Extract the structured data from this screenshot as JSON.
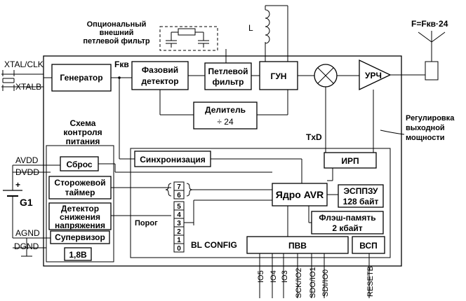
{
  "pins": {
    "xtal_clk": "XTAL/CLK",
    "xtalb": "XTALB",
    "avdd": "AVDD",
    "dvdd": "DVDD",
    "agnd": "AGND",
    "dgnd": "DGND",
    "battery": "G1",
    "battery_plus": "+",
    "io5": "IO5",
    "io4": "IO4",
    "io3": "IO3",
    "sck_io2": "SCK/IO2",
    "sdo_io1": "SDO/IO1",
    "sdi_io0": "SDI/IO0",
    "resetb": "RESETB"
  },
  "rf_chain": {
    "generator": "Генератор",
    "fref": "Fкв",
    "phase_detector": [
      "Фазовий",
      "детектор"
    ],
    "loop_filter": [
      "Петлевой",
      "фильтр"
    ],
    "vco": "ГУН",
    "inductor": "L",
    "divider": "Делитель",
    "divider_value": "÷ 24",
    "pa": "УРЧ",
    "output_freq": "F=Fкв·24",
    "ext_filter_caption": [
      "Опциональный",
      "внешний",
      "петлевой фильтр"
    ],
    "txd": "TxD",
    "power_control": [
      "Регулировка",
      "выходной",
      "мощности"
    ]
  },
  "power_section": {
    "title": [
      "Схема",
      "контроля",
      "питания"
    ],
    "reset": "Сброс",
    "watchdog": [
      "Сторожевой",
      "таймер"
    ],
    "brownout": [
      "Детектор",
      "снижения",
      "напряжения"
    ],
    "supervisor": "Супервизор",
    "vref": "1,8В"
  },
  "digital": {
    "sync": "Синхронизация",
    "irp": "ИРП",
    "avr_core": "Ядро AVR",
    "eeprom": [
      "ЭСППЗУ",
      "128 байт"
    ],
    "flash": [
      "Флэш-память",
      "2 кбайт"
    ],
    "pvv": "ПВВ",
    "vsp": "ВСП",
    "threshold": "Порог",
    "bl_config": "BL  CONFIG",
    "config_bits": [
      "7",
      "6",
      "5",
      "4",
      "3",
      "2",
      "1",
      "0"
    ]
  }
}
